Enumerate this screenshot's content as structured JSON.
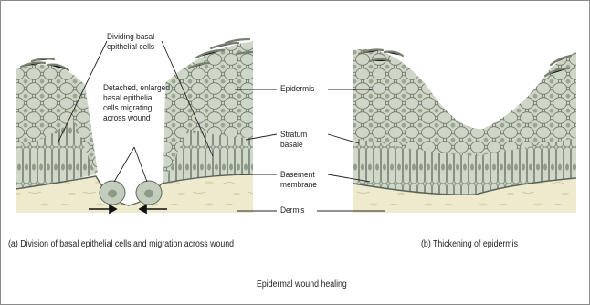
{
  "labels": {
    "dividing": "Dividing basal\nepithelial cells",
    "detached": "Detached, enlarged\nbasal epithelial\ncells migrating\nacross wound",
    "epidermis": "Epidermis",
    "stratum": "Stratum\nbasale",
    "basement": "Basement\nmembrane",
    "dermis": "Dermis"
  },
  "captions": {
    "a": "(a) Division of basal epithelial cells and migration across wound",
    "b": "(b) Thickening of epidermis",
    "main": "Epidermal wound healing"
  },
  "colors": {
    "dermis": "#eeeacd",
    "cells": "#c9d3c4",
    "cell_outline": "#6f776c",
    "nucleus": "#9aa592",
    "keratin": "#77806f",
    "leader": "#222222"
  }
}
